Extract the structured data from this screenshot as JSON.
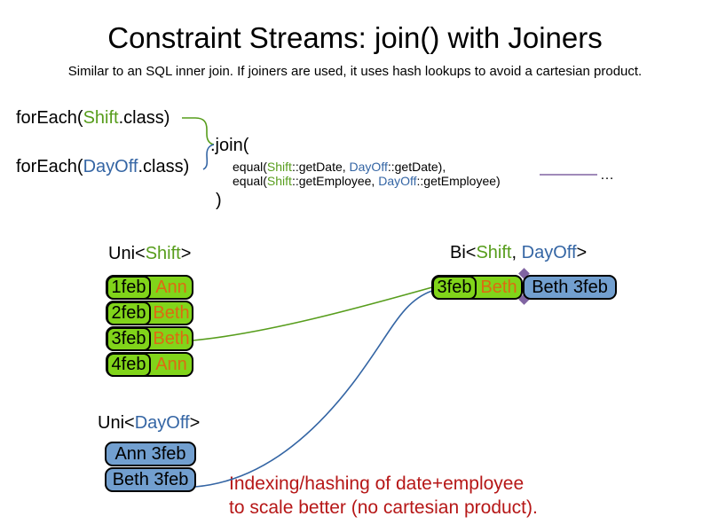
{
  "slide": {
    "title": "Constraint Streams: join() with Joiners",
    "subtitle": "Similar to an SQL inner join. If joiners are used, it uses hash lookups to avoid a cartesian product."
  },
  "code": {
    "foreach_shift": {
      "prefix": "forEach(",
      "class_name": "Shift",
      "suffix": ".class)"
    },
    "foreach_dayoff": {
      "prefix": "forEach(",
      "class_name": "DayOff",
      "suffix": ".class)"
    },
    "join_open": ".join(",
    "joiner_date": {
      "prefix": "equal(",
      "shift": "Shift",
      "mid": "::getDate, ",
      "dayoff": "DayOff",
      "suffix": "::getDate),"
    },
    "joiner_employee": {
      "prefix": "equal(",
      "shift": "Shift",
      "mid": "::getEmployee, ",
      "dayoff": "DayOff",
      "suffix": "::getEmployee)"
    },
    "join_close": ")",
    "ellipsis": "…"
  },
  "shift_stream": {
    "label": {
      "prefix": "Uni<",
      "type": "Shift",
      "suffix": ">"
    },
    "rows": [
      {
        "date": "1feb",
        "employee": "Ann"
      },
      {
        "date": "2feb",
        "employee": "Beth"
      },
      {
        "date": "3feb",
        "employee": "Beth"
      },
      {
        "date": "4feb",
        "employee": "Ann"
      }
    ]
  },
  "dayoff_stream": {
    "label": {
      "prefix": "Uni<",
      "type": "DayOff",
      "suffix": ">"
    },
    "rows": [
      {
        "text": "Ann 3feb"
      },
      {
        "text": "Beth 3feb"
      }
    ]
  },
  "bi_stream": {
    "label": {
      "prefix": "Bi<",
      "shift": "Shift",
      "comma": ", ",
      "dayoff": "DayOff",
      "suffix": ">"
    },
    "row": {
      "shift_date": "3feb",
      "shift_employee": "Beth",
      "dayoff": "Beth 3feb"
    }
  },
  "annotation": {
    "line1": "Indexing/hashing of date+employee",
    "line2": "to scale better (no cartesian product)."
  },
  "colors": {
    "shift_green_fill": "#81d41a",
    "shift_green_text": "#579d1c",
    "dayoff_blue_fill": "#729fcf",
    "dayoff_blue_text": "#3465a4",
    "employee_orange_text": "#dd6a12",
    "annotation_red_text": "#b61717",
    "connector_purple": "#8064a2",
    "border_black": "#000000"
  }
}
